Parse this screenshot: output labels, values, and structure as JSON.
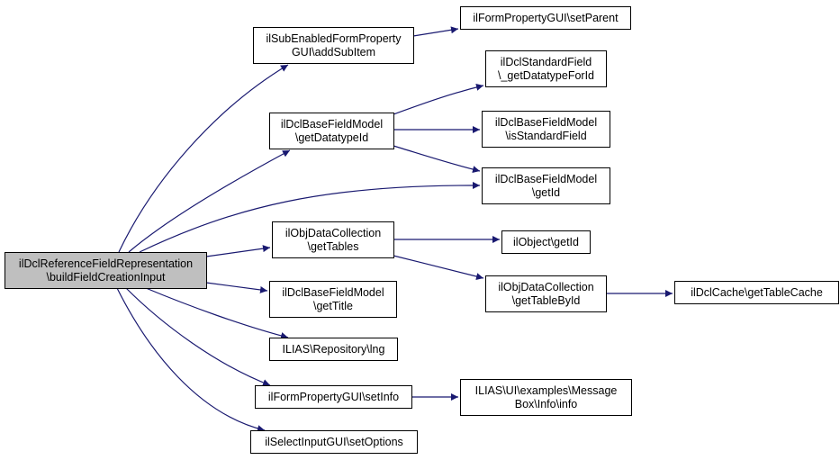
{
  "colors": {
    "edge": "#191970",
    "root_fill": "#bfbfbf",
    "node_fill": "#ffffff",
    "border": "#000000"
  },
  "nodes": {
    "root": {
      "lines": [
        "ilDclReferenceFieldRepresentation",
        "\\buildFieldCreationInput"
      ]
    },
    "addSubItem": {
      "lines": [
        "ilSubEnabledFormProperty",
        "GUI\\addSubItem"
      ]
    },
    "getDatatypeId": {
      "lines": [
        "ilDclBaseFieldModel",
        "\\getDatatypeId"
      ]
    },
    "getTables": {
      "lines": [
        "ilObjDataCollection",
        "\\getTables"
      ]
    },
    "getTitle": {
      "lines": [
        "ilDclBaseFieldModel",
        "\\getTitle"
      ]
    },
    "lng": {
      "lines": [
        "ILIAS\\Repository\\lng"
      ]
    },
    "setInfo": {
      "lines": [
        "ilFormPropertyGUI\\setInfo"
      ]
    },
    "setOptions": {
      "lines": [
        "ilSelectInputGUI\\setOptions"
      ]
    },
    "setParent": {
      "lines": [
        "ilFormPropertyGUI\\setParent"
      ]
    },
    "getDatatypeForId": {
      "lines": [
        "ilDclStandardField",
        "\\_getDatatypeForId"
      ]
    },
    "isStandardField": {
      "lines": [
        "ilDclBaseFieldModel",
        "\\isStandardField"
      ]
    },
    "getId": {
      "lines": [
        "ilDclBaseFieldModel",
        "\\getId"
      ]
    },
    "objGetId": {
      "lines": [
        "ilObject\\getId"
      ]
    },
    "getTableById": {
      "lines": [
        "ilObjDataCollection",
        "\\getTableById"
      ]
    },
    "getTableCache": {
      "lines": [
        "ilDclCache\\getTableCache"
      ]
    },
    "messageBoxInfo": {
      "lines": [
        "ILIAS\\UI\\examples\\Message",
        "Box\\Info\\info"
      ]
    }
  },
  "edges": [
    [
      "root",
      "addSubItem"
    ],
    [
      "root",
      "getDatatypeId"
    ],
    [
      "root",
      "getId"
    ],
    [
      "root",
      "getTables"
    ],
    [
      "root",
      "getTitle"
    ],
    [
      "root",
      "lng"
    ],
    [
      "root",
      "setInfo"
    ],
    [
      "root",
      "setOptions"
    ],
    [
      "addSubItem",
      "setParent"
    ],
    [
      "getDatatypeId",
      "getDatatypeForId"
    ],
    [
      "getDatatypeId",
      "isStandardField"
    ],
    [
      "getDatatypeId",
      "getId"
    ],
    [
      "getTables",
      "objGetId"
    ],
    [
      "getTables",
      "getTableById"
    ],
    [
      "getTableById",
      "getTableCache"
    ],
    [
      "setInfo",
      "messageBoxInfo"
    ]
  ]
}
